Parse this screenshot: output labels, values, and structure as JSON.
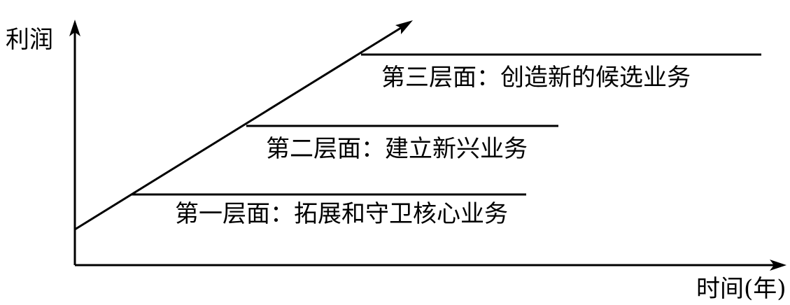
{
  "axes": {
    "y_label": "利润",
    "x_label": "时间(年)"
  },
  "layers": [
    {
      "label": "第一层面：拓展和守卫核心业务"
    },
    {
      "label": "第二层面：建立新兴业务"
    },
    {
      "label": "第三层面：创造新的候选业务"
    }
  ],
  "colors": {
    "ink": "#000000",
    "background": "#ffffff"
  }
}
